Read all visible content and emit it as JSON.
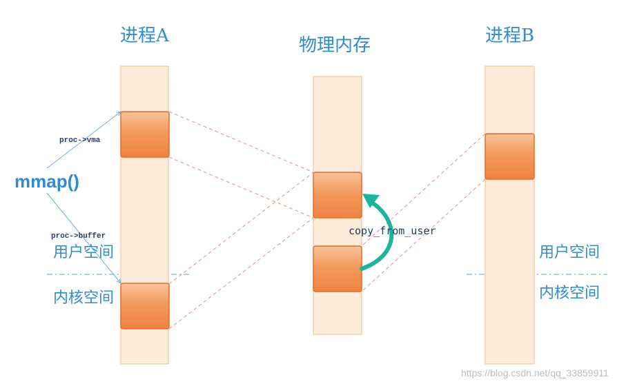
{
  "colors": {
    "accent_text": "#2e8ccf",
    "column_fill": "#fdecd9",
    "column_border": "#f2be8c",
    "block_fill": "#f2894a",
    "dashed_pink": "#f08a8a",
    "arrow_teal": "#1bb59b",
    "thin_arrow": "#6aaee6",
    "separator": "#5aa0d8"
  },
  "diagram": {
    "process_a": {
      "title": "进程A"
    },
    "physical_memory": {
      "title": "物理内存"
    },
    "process_b": {
      "title": "进程B"
    },
    "mmap_label": "mmap()",
    "proc_vma_label": "proc->vma",
    "proc_buffer_label": "proc->buffer",
    "user_space_label": "用户空间",
    "kernel_space_label": "内核空间",
    "copy_label": "copy_from_user",
    "watermark": "https://blog.csdn.net/qq_33859911"
  }
}
